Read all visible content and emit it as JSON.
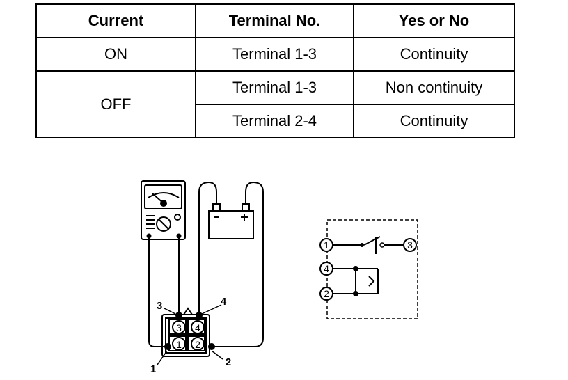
{
  "table": {
    "headers": [
      "Current",
      "Terminal No.",
      "Yes or No"
    ],
    "rows": [
      {
        "current": "ON",
        "terminal": "Terminal 1-3",
        "result": "Continuity"
      },
      {
        "current": "OFF",
        "terminal": "Terminal 1-3",
        "result": "Non continuity"
      },
      {
        "current": "",
        "terminal": "Terminal 2-4",
        "result": "Continuity"
      }
    ]
  },
  "wiring": {
    "terminal_callouts": [
      "3",
      "4",
      "1",
      "2"
    ],
    "connector_cells": [
      "3",
      "4",
      "1",
      "2"
    ]
  },
  "schematic": {
    "terminals": [
      "1",
      "3",
      "4",
      "2"
    ]
  }
}
